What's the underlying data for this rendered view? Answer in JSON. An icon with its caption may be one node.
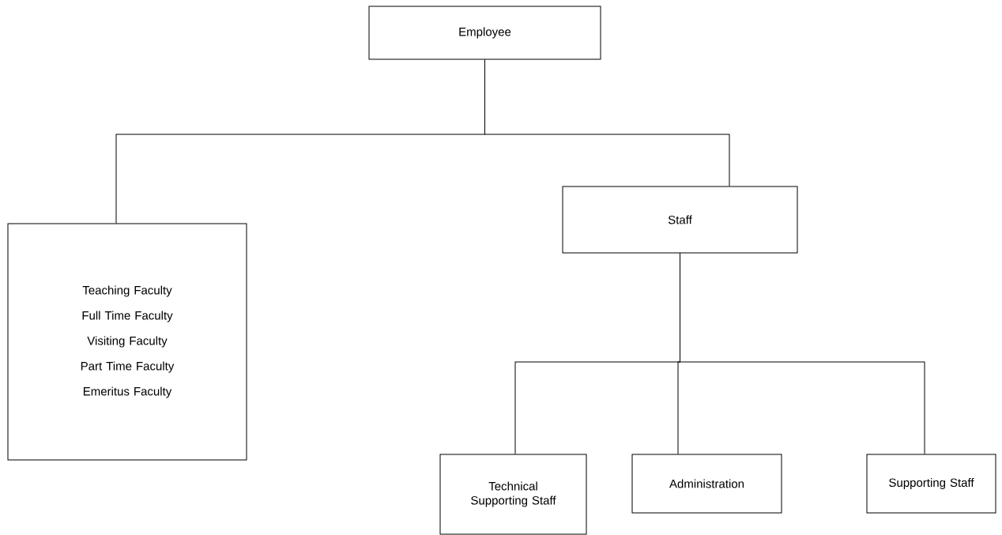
{
  "diagram": {
    "nodes": [
      {
        "text": [
          "Employee"
        ]
      },
      {
        "text": [
          "Teaching Faculty",
          "Full Time Faculty",
          "Visiting Faculty",
          "Part Time Faculty",
          "Emeritus Faculty"
        ]
      },
      {
        "text": [
          "Staff"
        ]
      },
      {
        "text": [
          "Technical Supporting Staff"
        ]
      },
      {
        "text": [
          "Administration"
        ]
      },
      {
        "text": [
          "Supporting Staff"
        ]
      }
    ],
    "edges": [
      {
        "from": 0,
        "to": 1,
        "arrow": "none"
      },
      {
        "from": 0,
        "to": 2,
        "arrow": "none"
      },
      {
        "from": 2,
        "to": 3,
        "arrow": "none"
      },
      {
        "from": 2,
        "to": 4,
        "arrow": "none"
      },
      {
        "from": 2,
        "to": 5,
        "arrow": "none"
      }
    ]
  }
}
